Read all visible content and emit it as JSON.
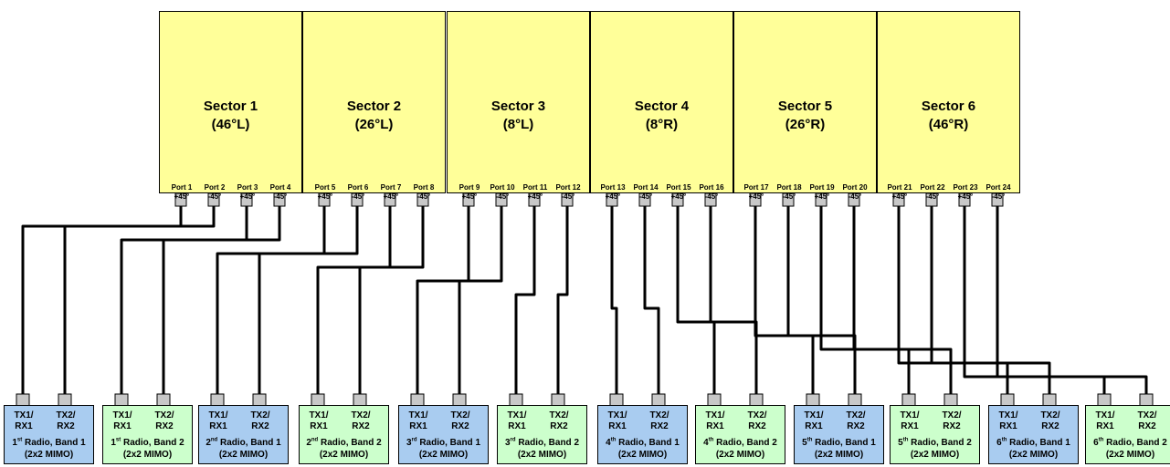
{
  "sectors": [
    {
      "name": "Sector 1",
      "angle": "(46°L)",
      "ports": [
        {
          "name": "Port 1",
          "pol": "+45°"
        },
        {
          "name": "Port 2",
          "pol": "-45°"
        },
        {
          "name": "Port 3",
          "pol": "+45°"
        },
        {
          "name": "Port 4",
          "pol": "-45°"
        }
      ]
    },
    {
      "name": "Sector 2",
      "angle": "(26°L)",
      "ports": [
        {
          "name": "Port 5",
          "pol": "+45°"
        },
        {
          "name": "Port 6",
          "pol": "-45°"
        },
        {
          "name": "Port 7",
          "pol": "+45°"
        },
        {
          "name": "Port 8",
          "pol": "-45°"
        }
      ]
    },
    {
      "name": "Sector 3",
      "angle": "(8°L)",
      "ports": [
        {
          "name": "Port 9",
          "pol": "+45°"
        },
        {
          "name": "Port 10",
          "pol": "-45°"
        },
        {
          "name": "Port 11",
          "pol": "+45°"
        },
        {
          "name": "Port 12",
          "pol": "-45°"
        }
      ]
    },
    {
      "name": "Sector 4",
      "angle": "(8°R)",
      "ports": [
        {
          "name": "Port 13",
          "pol": "+45°"
        },
        {
          "name": "Port 14",
          "pol": "-45°"
        },
        {
          "name": "Port 15",
          "pol": "+45°"
        },
        {
          "name": "Port 16",
          "pol": "-45°"
        }
      ]
    },
    {
      "name": "Sector 5",
      "angle": "(26°R)",
      "ports": [
        {
          "name": "Port 17",
          "pol": "+45°"
        },
        {
          "name": "Port 18",
          "pol": "-45°"
        },
        {
          "name": "Port 19",
          "pol": "+45°"
        },
        {
          "name": "Port 20",
          "pol": "-45°"
        }
      ]
    },
    {
      "name": "Sector 6",
      "angle": "(46°R)",
      "ports": [
        {
          "name": "Port 21",
          "pol": "+45°"
        },
        {
          "name": "Port 22",
          "pol": "-45°"
        },
        {
          "name": "Port 23",
          "pol": "+45°"
        },
        {
          "name": "Port 24",
          "pol": "-45°"
        }
      ]
    }
  ],
  "connectors": {
    "c1": [
      "TX1/",
      "RX1"
    ],
    "c2": [
      "TX2/",
      "RX2"
    ]
  },
  "radios": [
    {
      "num": "1",
      "sup": "st",
      "rest": " Radio, Band 1",
      "mimo": "(2x2 MIMO)",
      "band": "1"
    },
    {
      "num": "1",
      "sup": "st",
      "rest": " Radio, Band 2",
      "mimo": "(2x2 MIMO)",
      "band": "2"
    },
    {
      "num": "2",
      "sup": "nd",
      "rest": " Radio, Band 1",
      "mimo": "(2x2 MIMO)",
      "band": "1"
    },
    {
      "num": "2",
      "sup": "nd",
      "rest": " Radio, Band 2",
      "mimo": "(2x2 MIMO)",
      "band": "2"
    },
    {
      "num": "3",
      "sup": "rd",
      "rest": " Radio, Band 1",
      "mimo": "(2x2 MIMO)",
      "band": "1"
    },
    {
      "num": "3",
      "sup": "rd",
      "rest": " Radio, Band 2",
      "mimo": "(2x2 MIMO)",
      "band": "2"
    },
    {
      "num": "4",
      "sup": "th",
      "rest": " Radio, Band 1",
      "mimo": "(2x2 MIMO)",
      "band": "1"
    },
    {
      "num": "4",
      "sup": "th",
      "rest": " Radio, Band 2",
      "mimo": "(2x2 MIMO)",
      "band": "2"
    },
    {
      "num": "5",
      "sup": "th",
      "rest": " Radio, Band 1",
      "mimo": "(2x2 MIMO)",
      "band": "1"
    },
    {
      "num": "5",
      "sup": "th",
      "rest": " Radio, Band 2",
      "mimo": "(2x2 MIMO)",
      "band": "2"
    },
    {
      "num": "6",
      "sup": "th",
      "rest": " Radio, Band 1",
      "mimo": "(2x2 MIMO)",
      "band": "1"
    },
    {
      "num": "6",
      "sup": "th",
      "rest": " Radio, Band 2",
      "mimo": "(2x2 MIMO)",
      "band": "2"
    }
  ],
  "colors": {
    "sector_fill": "#ffff99",
    "band1_fill": "#a9ccf0",
    "band2_fill": "#ccffcc",
    "connector_fill": "#c8c8c8",
    "cable": "#000000"
  }
}
